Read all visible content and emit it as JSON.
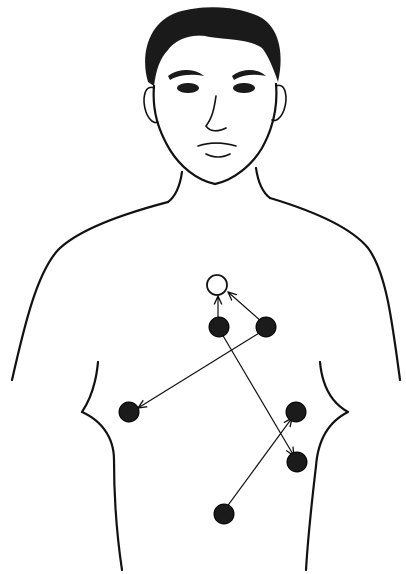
{
  "figure": {
    "subject": "male-torso-outline",
    "colors": {
      "ink": "#111111",
      "dot_fill": "#1b1b1b",
      "background": "#ffffff"
    },
    "points": [
      {
        "id": "open-point",
        "style": "open"
      },
      {
        "id": "point-1",
        "style": "filled"
      },
      {
        "id": "point-2",
        "style": "filled"
      },
      {
        "id": "point-3",
        "style": "filled"
      },
      {
        "id": "point-4",
        "style": "filled"
      },
      {
        "id": "point-5",
        "style": "filled"
      },
      {
        "id": "point-6",
        "style": "filled"
      }
    ],
    "arrows": [
      {
        "from": "point-1",
        "to": "open-point"
      },
      {
        "from": "point-2",
        "to": "open-point"
      },
      {
        "from": "point-2",
        "to": "point-3"
      },
      {
        "from": "point-1",
        "to": "point-5"
      },
      {
        "from": "point-6",
        "to": "point-4"
      }
    ]
  }
}
